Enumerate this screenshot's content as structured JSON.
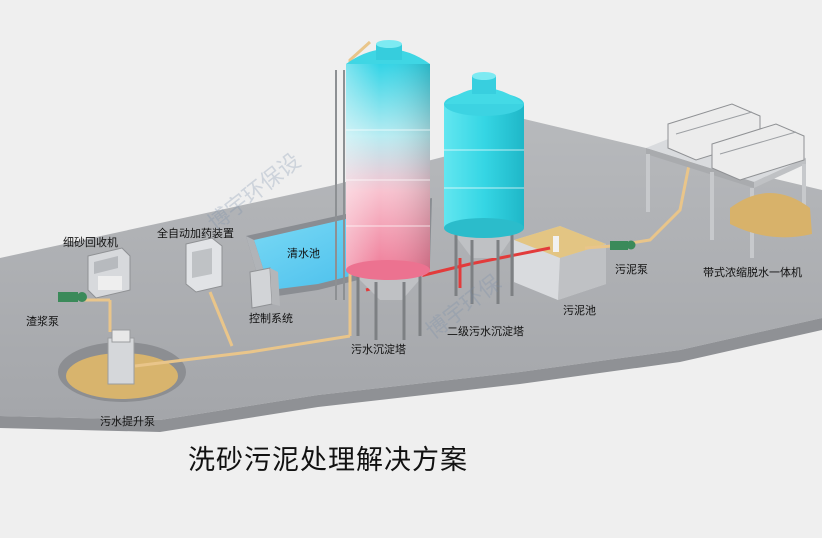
{
  "title": "洗砂污泥处理解决方案",
  "labels": {
    "fine_sand_recovery": "细砂回收机",
    "auto_dosing": "全自动加药装置",
    "slurry_pump": "渣浆泵",
    "control_system": "控制系统",
    "clear_water_tank": "清水池",
    "sewage_settling_tower": "污水沉淀塔",
    "secondary_settling_tower": "二级污水沉淀塔",
    "sludge_tank": "污泥池",
    "sludge_pump": "污泥泵",
    "belt_press": "带式浓缩脱水一体机",
    "sewage_lift_pump": "污水提升泵"
  },
  "watermark": {
    "left": "博宇环保设",
    "right": "博宇环保"
  },
  "colors": {
    "floor": "#a9abaf",
    "pipe": "#e9c58a",
    "red_pipe": "#e23b3b",
    "water": "#52c8ef",
    "tower_pink": "#f7b3c4",
    "tower_cyan": "#3ed8e6",
    "sludge": "#d7b97a"
  }
}
